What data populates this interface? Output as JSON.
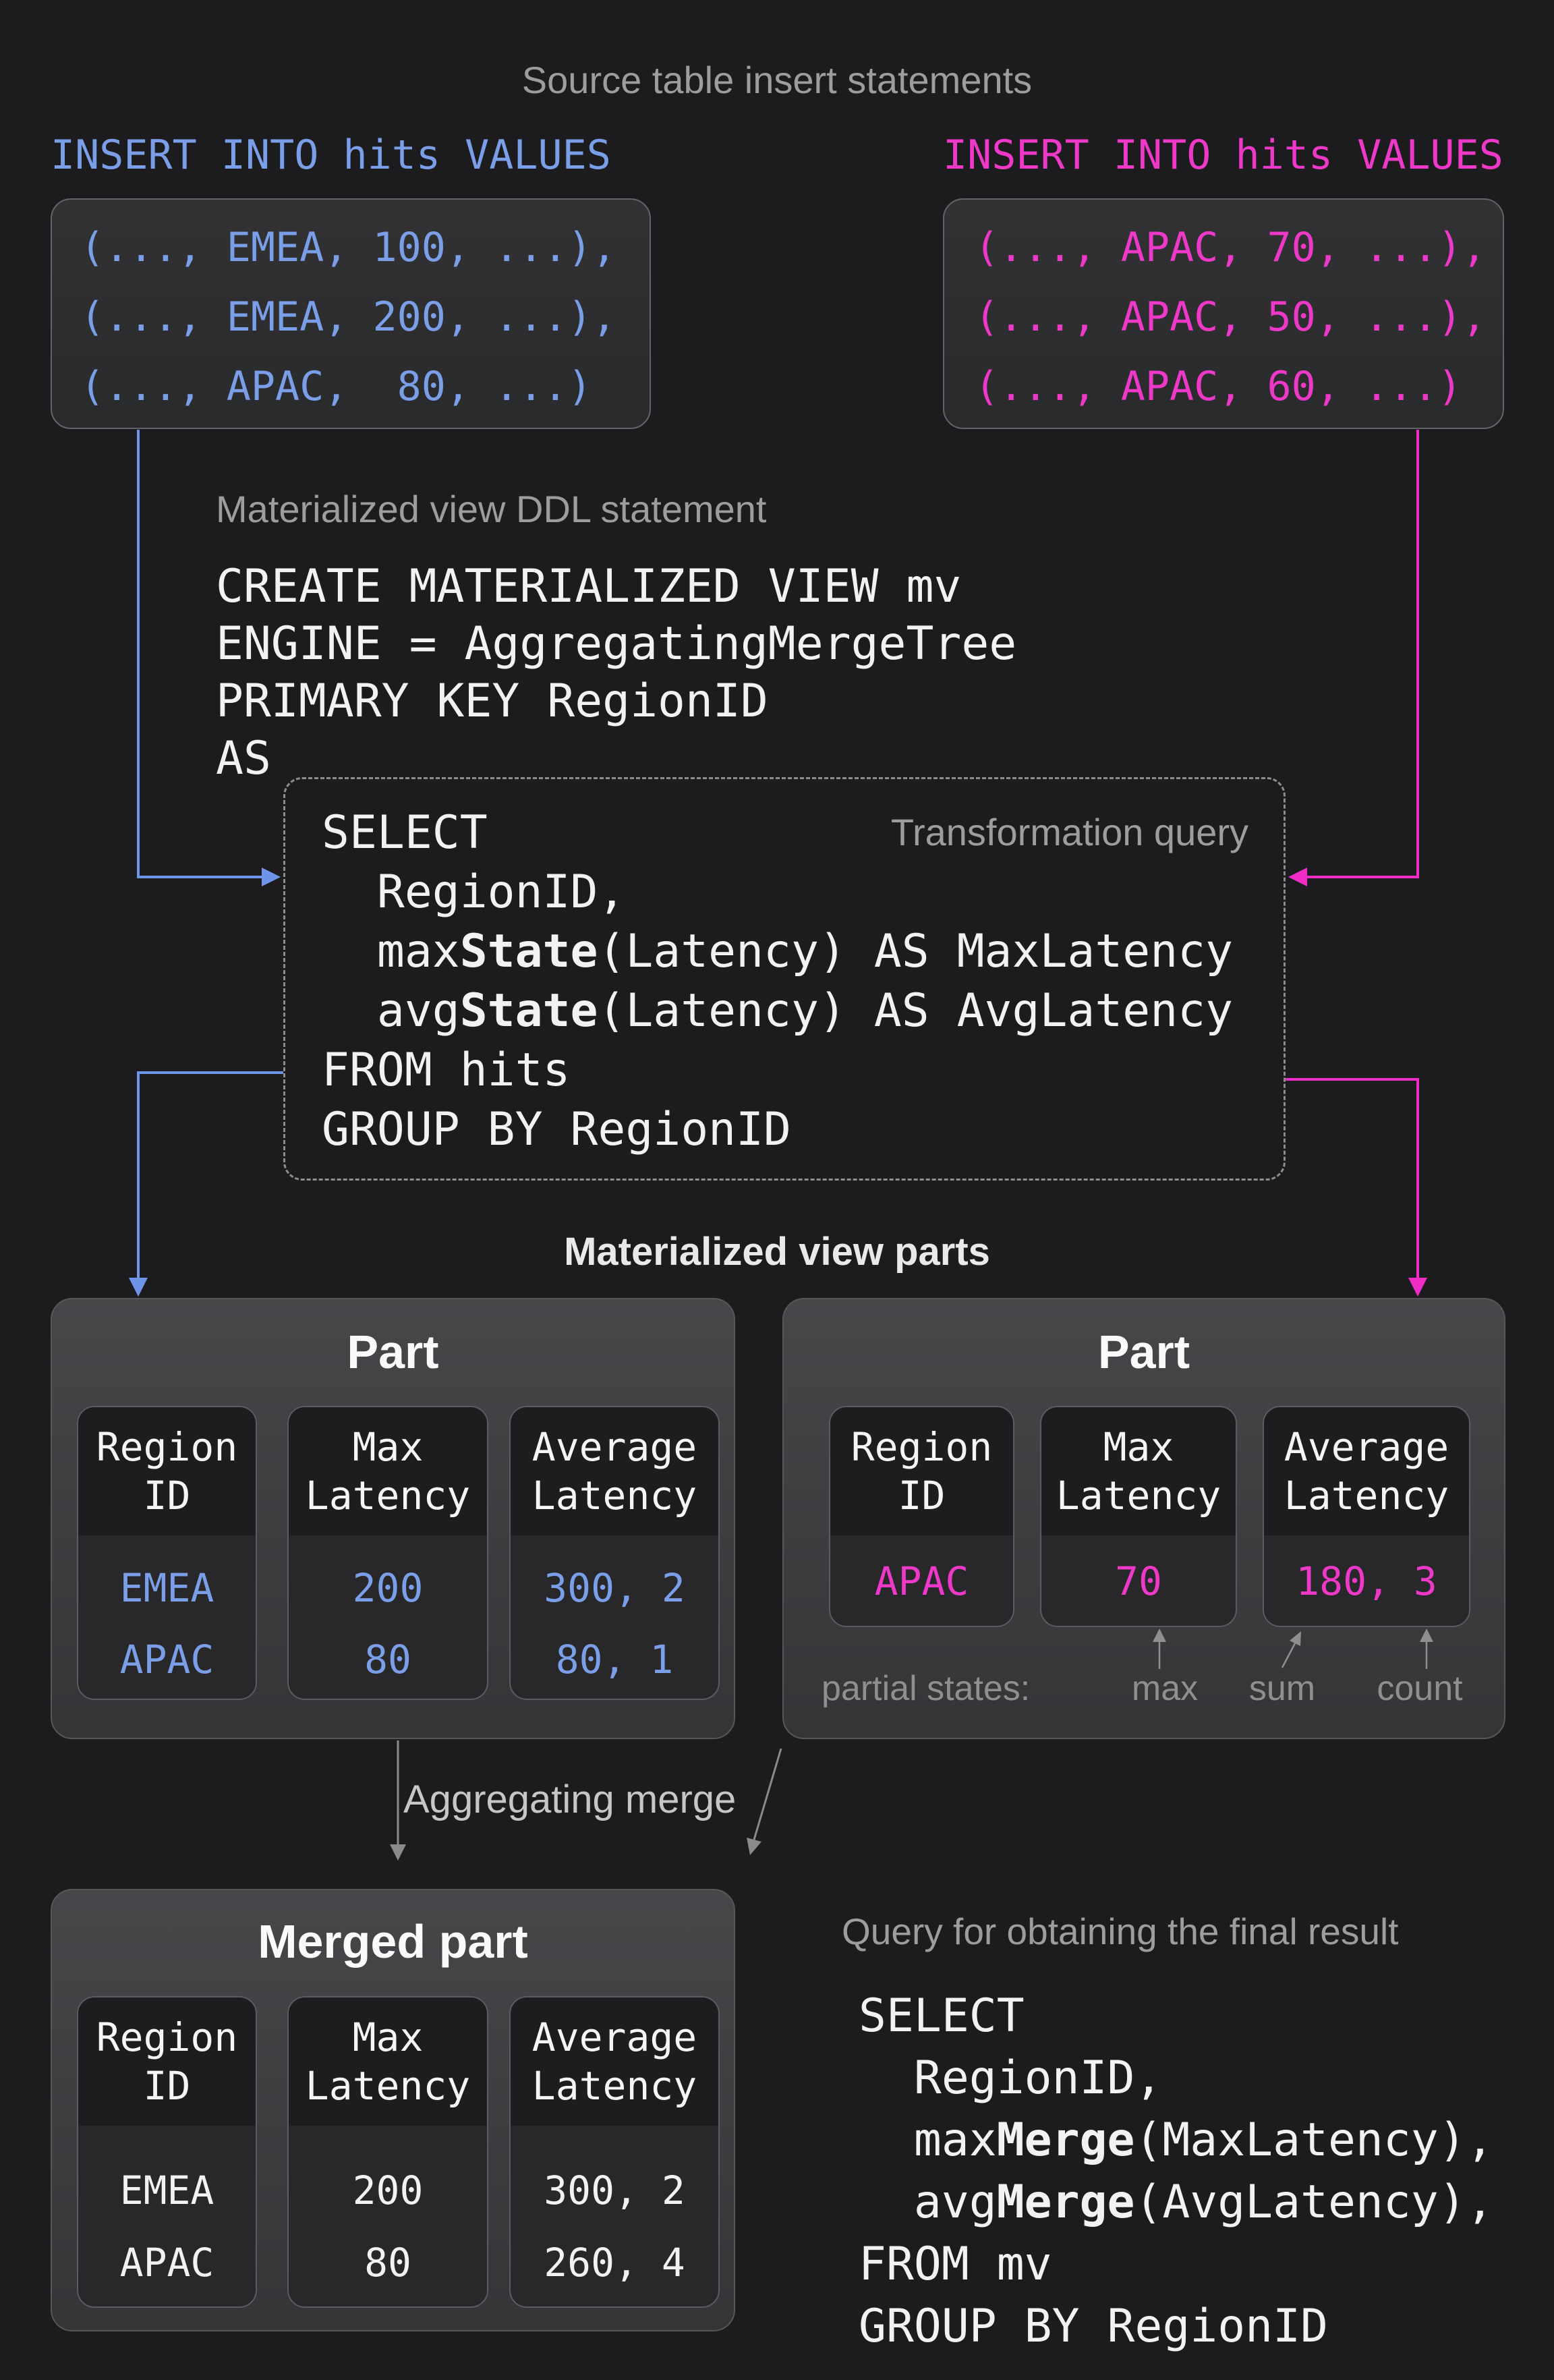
{
  "colors": {
    "background": "#1C1C1E",
    "blue": "#7B9EE8",
    "magenta": "#EE39C8",
    "white": "#F2F2F2",
    "gray_label": "#9D9D9D",
    "light_gray_label": "#C6C6C6",
    "arrow_gray": "#8F8F8F"
  },
  "header": {
    "title": "Source table insert statements"
  },
  "inserts": {
    "left": {
      "label": "INSERT INTO hits VALUES",
      "rows": [
        "(..., EMEA, 100, ...),",
        "(..., EMEA, 200, ...),",
        "(..., APAC,  80, ...)"
      ]
    },
    "right": {
      "label": "INSERT INTO hits VALUES",
      "rows": [
        "(..., APAC, 70, ...),",
        "(..., APAC, 50, ...),",
        "(..., APAC, 60, ...)"
      ]
    }
  },
  "ddl": {
    "title": "Materialized view DDL statement",
    "line1": "CREATE MATERIALIZED VIEW mv",
    "line2": "ENGINE = AggregatingMergeTree",
    "line3": "PRIMARY KEY RegionID",
    "line4": "AS"
  },
  "transformation": {
    "label": "Transformation query",
    "line1": "SELECT",
    "line2": "  RegionID,",
    "line3_pre": "  max",
    "line3_bold": "State",
    "line3_post": "(Latency) AS MaxLatency",
    "line4_pre": "  avg",
    "line4_bold": "State",
    "line4_post": "(Latency) AS AvgLatency",
    "line5": "FROM hits",
    "line6": "GROUP BY RegionID"
  },
  "parts": {
    "title": "Materialized view parts",
    "left": {
      "title": "Part",
      "columns": [
        {
          "h1": "Region",
          "h2": "ID",
          "v1": "EMEA",
          "v2": "APAC"
        },
        {
          "h1": "Max",
          "h2": "Latency",
          "v1": "200",
          "v2": "80"
        },
        {
          "h1": "Average",
          "h2": "Latency",
          "v1": "300, 2",
          "v2": "80, 1"
        }
      ]
    },
    "right": {
      "title": "Part",
      "columns": [
        {
          "h1": "Region",
          "h2": "ID",
          "v1": "APAC"
        },
        {
          "h1": "Max",
          "h2": "Latency",
          "v1": "70"
        },
        {
          "h1": "Average",
          "h2": "Latency",
          "v1": "180, 3"
        }
      ],
      "partial_label": "partial states:",
      "ann1": "max",
      "ann2": "sum",
      "ann3": "count"
    }
  },
  "merge": {
    "label": "Aggregating merge"
  },
  "merged": {
    "title": "Merged part",
    "columns": [
      {
        "h1": "Region",
        "h2": "ID",
        "v1": "EMEA",
        "v2": "APAC"
      },
      {
        "h1": "Max",
        "h2": "Latency",
        "v1": "200",
        "v2": "80"
      },
      {
        "h1": "Average",
        "h2": "Latency",
        "v1": "300, 2",
        "v2": "260, 4"
      }
    ]
  },
  "final": {
    "title": "Query for obtaining the final result",
    "line1": "SELECT",
    "line2": "  RegionID,",
    "line3_pre": "  max",
    "line3_bold": "Merge",
    "line3_post": "(MaxLatency),",
    "line4_pre": "  avg",
    "line4_bold": "Merge",
    "line4_post": "(AvgLatency),",
    "line5": "FROM mv",
    "line6": "GROUP BY RegionID"
  }
}
